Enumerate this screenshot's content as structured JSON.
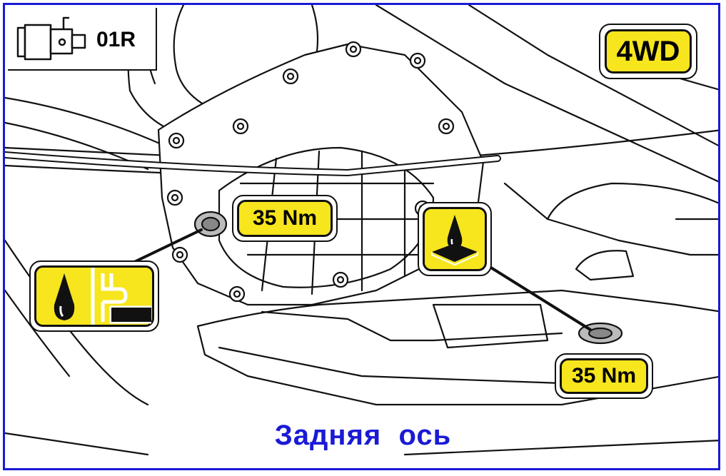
{
  "transmission": {
    "code": "01R",
    "icon": "gearbox-icon"
  },
  "drive_badge": {
    "label": "4WD"
  },
  "torque_labels": [
    {
      "id": "filler-plug",
      "value": "35 Nm"
    },
    {
      "id": "drain-plug",
      "value": "35 Nm"
    }
  ],
  "icons": {
    "fill_level": "oil-fill-level-icon",
    "drain": "oil-drain-icon"
  },
  "caption": "Задняя  ось",
  "colors": {
    "frame": "#1a1ad6",
    "caption": "#1a1ad6",
    "badge": "#f7e51e",
    "line": "#111111"
  }
}
